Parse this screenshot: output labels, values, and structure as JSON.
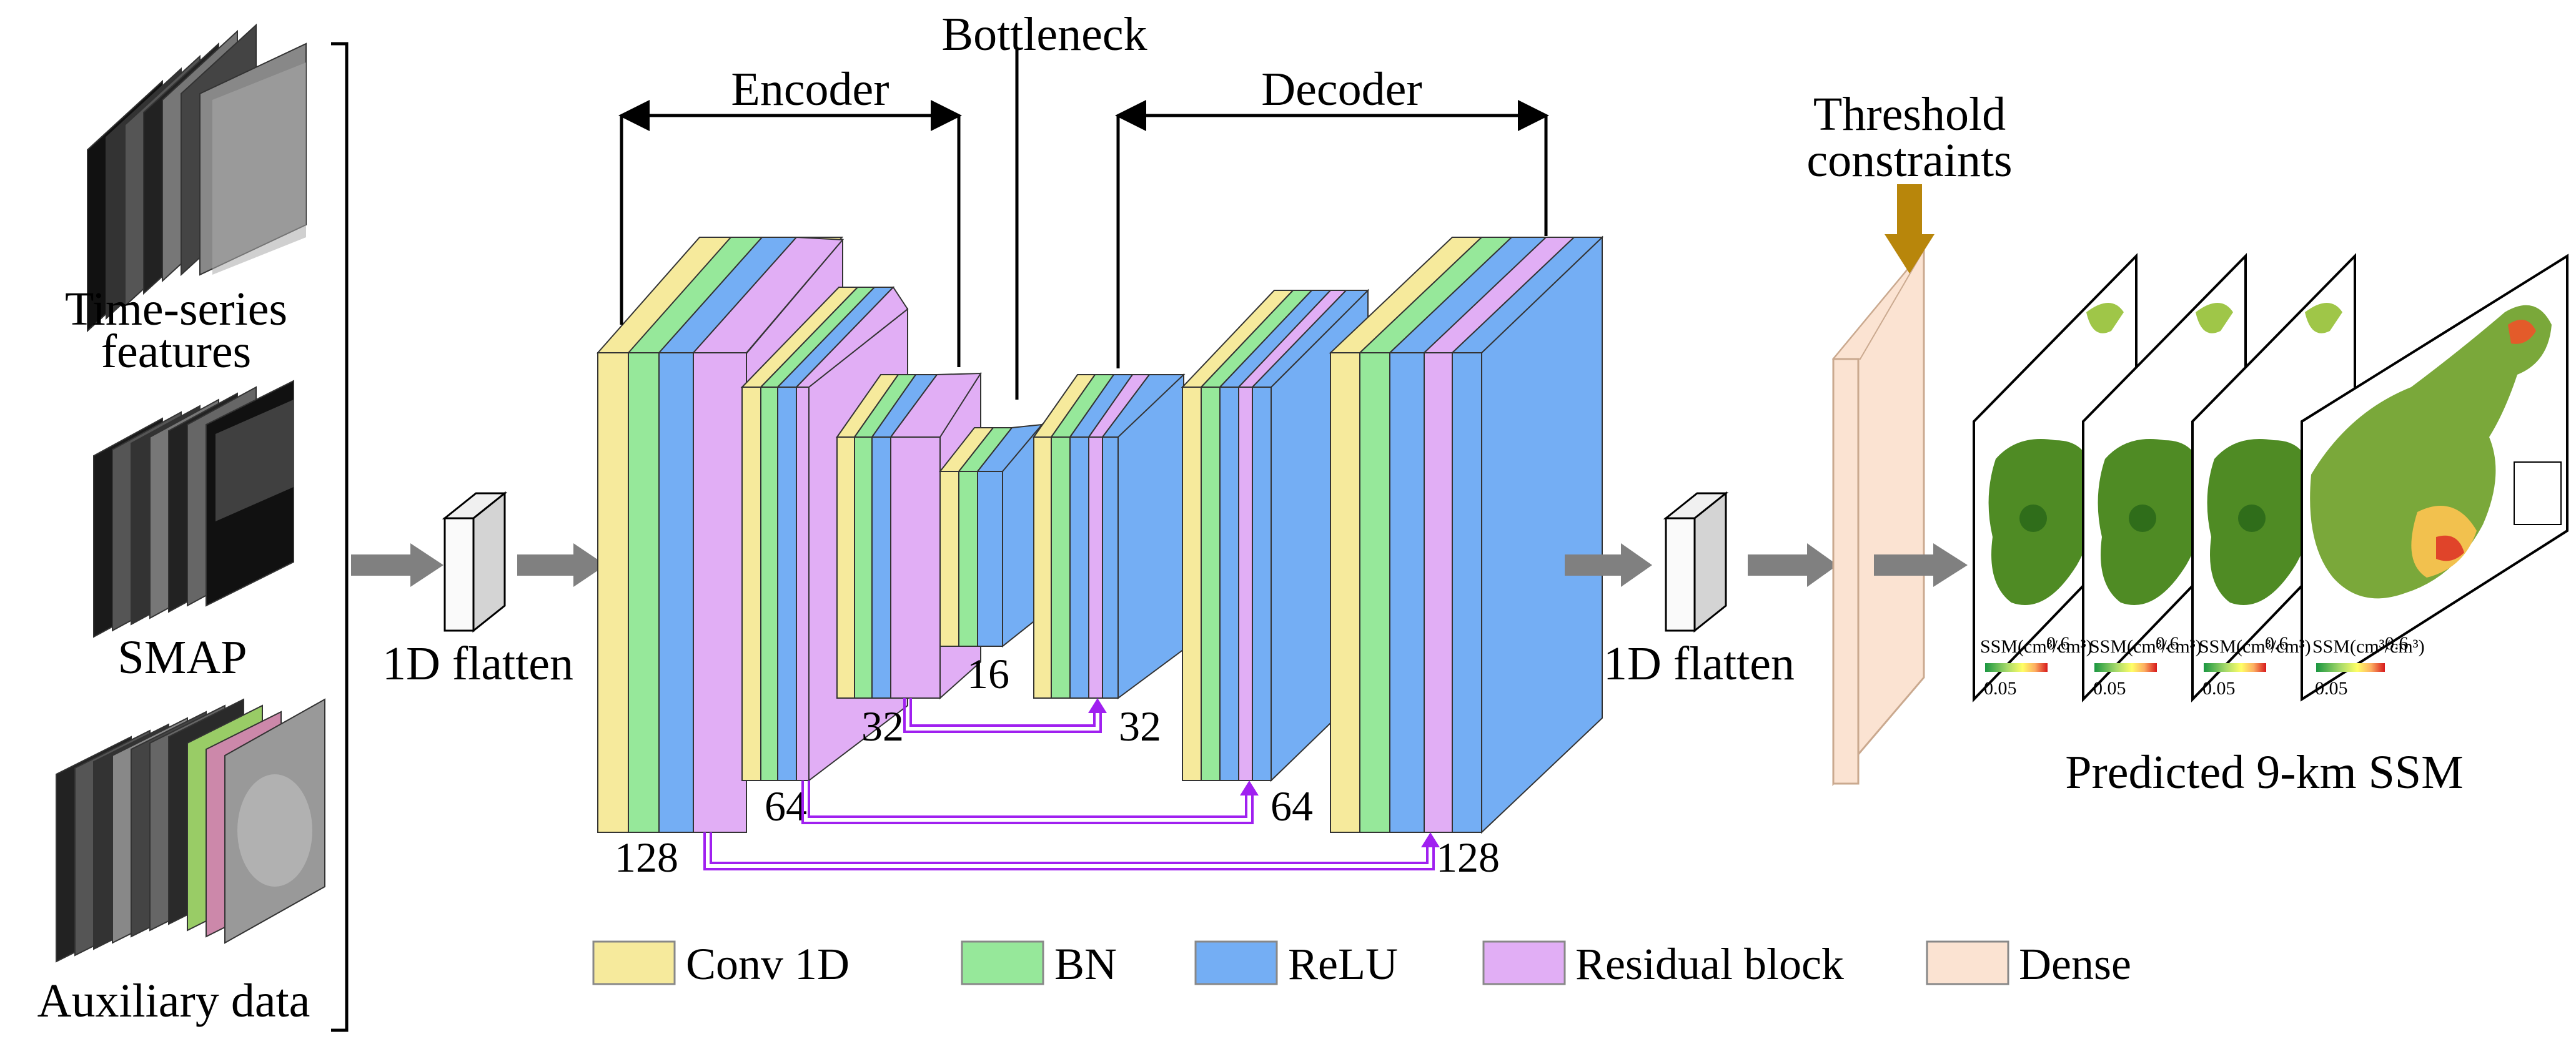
{
  "inputs": {
    "timeseries": "Time-series",
    "features": "features",
    "smap": "SMAP",
    "auxiliary": "Auxiliary data"
  },
  "flatten_left": "1D flatten",
  "flatten_right": "1D flatten",
  "brackets": {
    "encoder": "Encoder",
    "bottleneck": "Bottleneck",
    "decoder": "Decoder",
    "threshold_1": "Threshold",
    "threshold_2": "constraints"
  },
  "channel_labels": {
    "enc_128": "128",
    "enc_64": "64",
    "enc_32": "32",
    "bottleneck_16": "16",
    "dec_32": "32",
    "dec_64": "64",
    "dec_128": "128"
  },
  "output": {
    "title": "Predicted 9-km SSM",
    "legend_title": "SSM(cm³/cm³)",
    "legend_min": "0.05",
    "legend_max": "0.6"
  },
  "legend": [
    {
      "label": "Conv 1D",
      "color": "#f6ea9c"
    },
    {
      "label": "BN",
      "color": "#96e89a"
    },
    {
      "label": "ReLU",
      "color": "#74aef4"
    },
    {
      "label": "Residual block",
      "color": "#e1aef5"
    },
    {
      "label": "Dense",
      "color": "#fbe3d2"
    }
  ],
  "colors": {
    "conv": "#f6ea9c",
    "bn": "#96e89a",
    "relu": "#74aef4",
    "residual": "#e1aef5",
    "dense": "#fbe3d2",
    "skip": "#a020f0",
    "arrow": "#808080",
    "threshold_arrow": "#b8860b"
  }
}
